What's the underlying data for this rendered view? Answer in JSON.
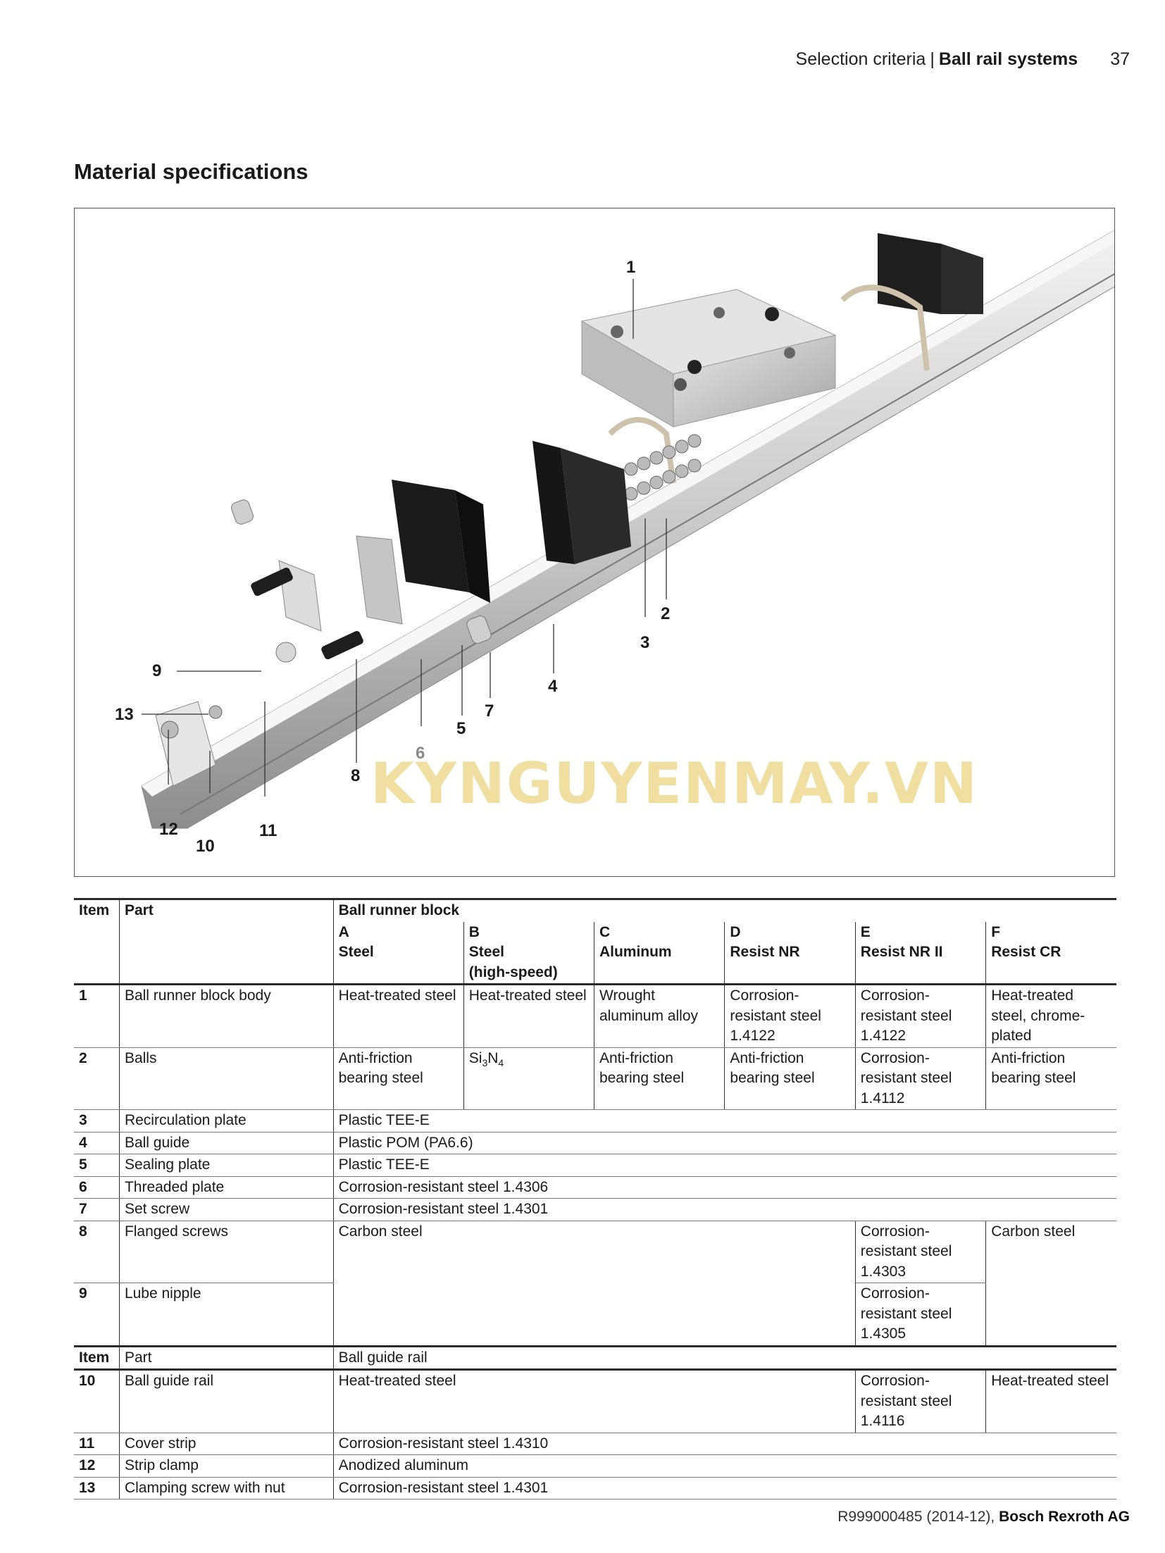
{
  "header": {
    "section": "Selection criteria",
    "separator": "|",
    "chapter": "Ball rail systems",
    "page_number": "37"
  },
  "page_title": "Material specifications",
  "figure": {
    "description": "Exploded view of ball rail system with ball runner block",
    "callouts": [
      "1",
      "2",
      "3",
      "4",
      "5",
      "6",
      "7",
      "8",
      "9",
      "10",
      "11",
      "12",
      "13"
    ],
    "watermark": "KYNGUYENMAY.VN"
  },
  "table": {
    "header": {
      "item": "Item",
      "part": "Part",
      "group": "Ball runner block",
      "columns": [
        {
          "letter": "A",
          "name": "Steel",
          "name2": ""
        },
        {
          "letter": "B",
          "name": "Steel",
          "name2": "(high-speed)"
        },
        {
          "letter": "C",
          "name": "Aluminum",
          "name2": ""
        },
        {
          "letter": "D",
          "name": "Resist NR",
          "name2": ""
        },
        {
          "letter": "E",
          "name": "Resist NR II",
          "name2": ""
        },
        {
          "letter": "F",
          "name": "Resist CR",
          "name2": ""
        }
      ]
    },
    "rows": {
      "r1": {
        "item": "1",
        "part": "Ball runner block body",
        "a": "Heat-treated steel",
        "b": "Heat-treated steel",
        "c": "Wrought aluminum alloy",
        "d": "Corrosion-resistant steel 1.4122",
        "e": "Corrosion-resistant steel 1.4122",
        "f": "Heat-treated steel, chrome-plated"
      },
      "r2": {
        "item": "2",
        "part": "Balls",
        "a": "Anti-friction bearing steel",
        "b_main": "Si",
        "b_sub1": "3",
        "b_mid": "N",
        "b_sub2": "4",
        "c": "Anti-friction bearing steel",
        "d": "Anti-friction bearing steel",
        "e": "Corrosion-resistant steel 1.4112",
        "f": "Anti-friction bearing steel"
      },
      "r3": {
        "item": "3",
        "part": "Recirculation plate",
        "all": "Plastic TEE-E"
      },
      "r4": {
        "item": "4",
        "part": "Ball guide",
        "all": "Plastic POM (PA6.6)"
      },
      "r5": {
        "item": "5",
        "part": "Sealing plate",
        "all": "Plastic TEE-E"
      },
      "r6": {
        "item": "6",
        "part": "Threaded plate",
        "all": "Corrosion-resistant steel 1.4306"
      },
      "r7": {
        "item": "7",
        "part": "Set screw",
        "all": "Corrosion-resistant steel 1.4301"
      },
      "r8": {
        "item": "8",
        "part": "Flanged screws",
        "a_to_d": "Carbon steel",
        "e": "Corrosion-resistant steel 1.4303",
        "f": "Carbon steel"
      },
      "r9": {
        "item": "9",
        "part": "Lube nipple",
        "e": "Corrosion-resistant steel 1.4305"
      }
    },
    "rail_header": {
      "item": "Item",
      "part": "Part",
      "group": "Ball guide rail"
    },
    "rail_rows": {
      "r10": {
        "item": "10",
        "part": "Ball guide rail",
        "a_to_d": "Heat-treated steel",
        "e": "Corrosion-resistant steel 1.4116",
        "f": "Heat-treated steel"
      },
      "r11": {
        "item": "11",
        "part": "Cover strip",
        "all": "Corrosion-resistant steel 1.4310"
      },
      "r12": {
        "item": "12",
        "part": "Strip clamp",
        "all": "Anodized aluminum"
      },
      "r13": {
        "item": "13",
        "part": "Clamping screw with nut",
        "all": "Corrosion-resistant steel 1.4301"
      }
    }
  },
  "footer": {
    "doc_number": "R999000485 (2014-12), ",
    "company": "Bosch Rexroth AG"
  }
}
